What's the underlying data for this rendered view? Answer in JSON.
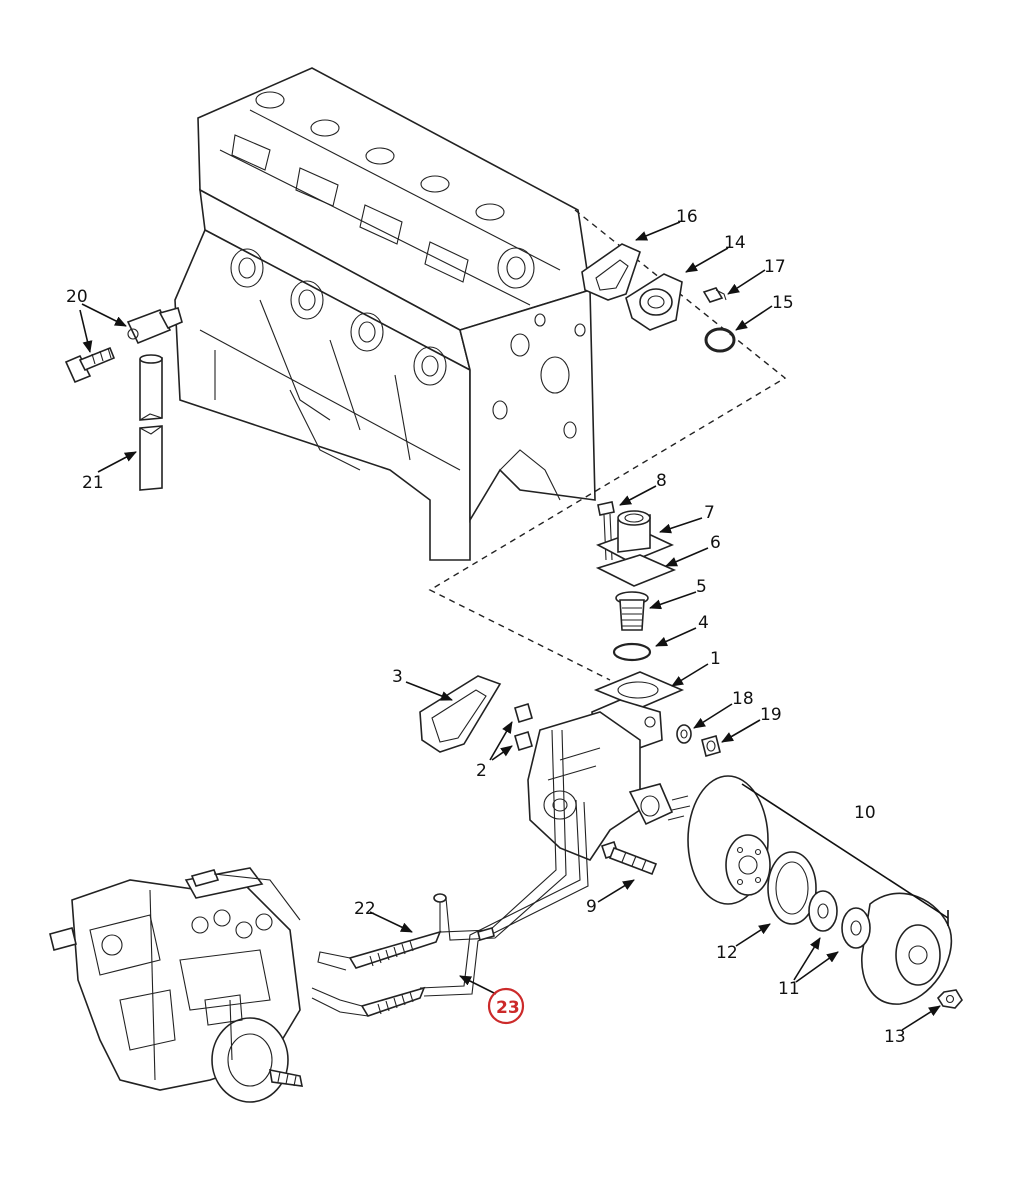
{
  "diagram": {
    "callouts": [
      "1",
      "2",
      "3",
      "4",
      "5",
      "6",
      "7",
      "8",
      "9",
      "10",
      "11",
      "12",
      "13",
      "14",
      "15",
      "16",
      "17",
      "18",
      "19",
      "20",
      "21",
      "22",
      "23"
    ],
    "highlighted_callout": "23",
    "highlight_color": "#cc2a2a",
    "line_color": "#222222",
    "background": "#ffffff"
  }
}
